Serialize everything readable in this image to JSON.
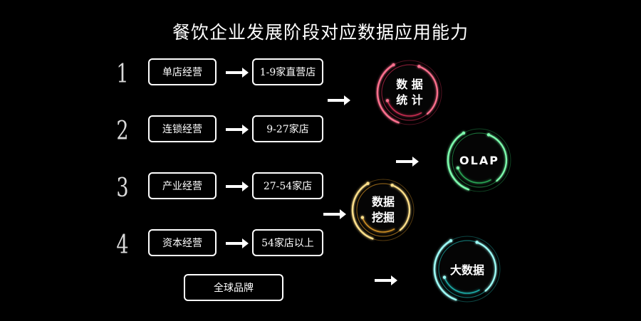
{
  "title": "餐饮企业发展阶段对应数据应用能力",
  "stages": [
    {
      "num": "1",
      "stage": "单店经营",
      "scale": "1-9家直营店"
    },
    {
      "num": "2",
      "stage": "连锁经营",
      "scale": "9-27家店"
    },
    {
      "num": "3",
      "stage": "产业经营",
      "scale": "27-54家店"
    },
    {
      "num": "4",
      "stage": "资本经营",
      "scale": "54家店以上"
    }
  ],
  "global_brand": "全球品牌",
  "capabilities": [
    {
      "line1": "数 据",
      "line2": "统 计",
      "color": "#e8335e",
      "glow": "#ff6f8e"
    },
    {
      "line1": "OLAP",
      "line2": "",
      "color": "#2fbf63",
      "glow": "#7dffae"
    },
    {
      "line1": "数据",
      "line2": "挖掘",
      "color": "#f0a62a",
      "glow": "#ffe08a"
    },
    {
      "line1": "大数据",
      "line2": "",
      "color": "#22c9c4",
      "glow": "#9dfff8"
    }
  ]
}
